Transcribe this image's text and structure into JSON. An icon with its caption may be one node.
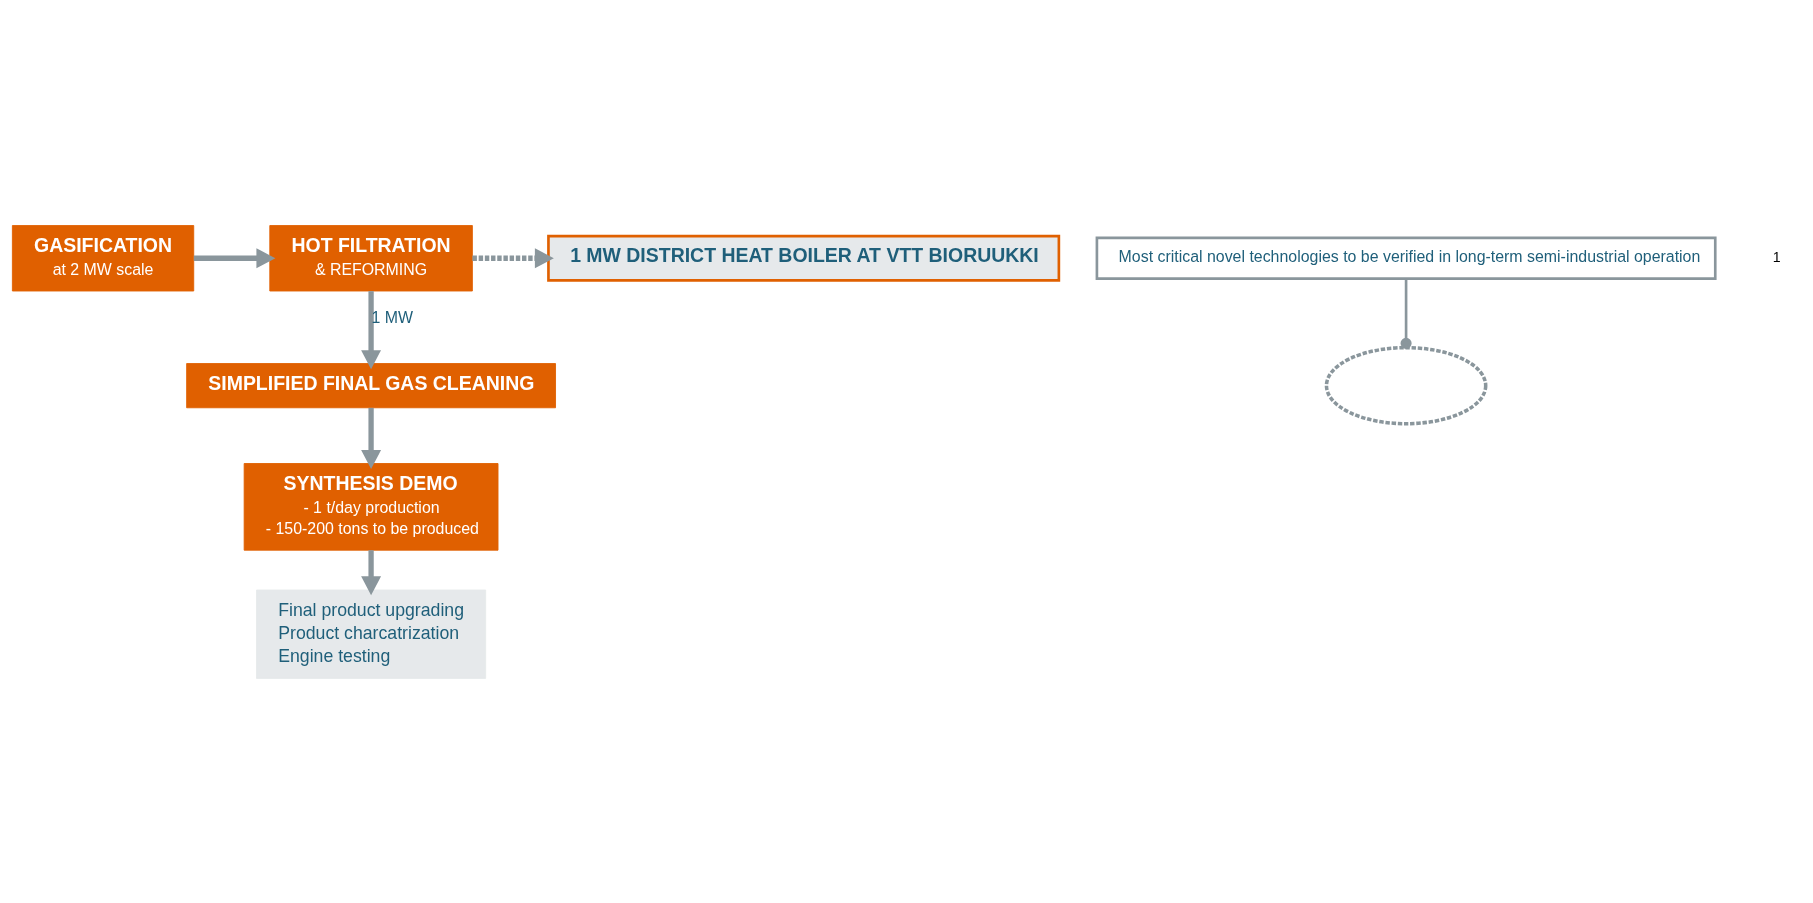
{
  "diagram": {
    "nodes": [
      {
        "text": [
          "GASIFICATION",
          "at 2 MW scale"
        ]
      },
      {
        "text": [
          "HOT FILTRATION",
          "& REFORMING"
        ]
      },
      {
        "text": [
          "1 MW DISTRICT HEAT BOILER AT VTT BIORUUKKI"
        ]
      },
      {
        "text": [
          "SIMPLIFIED FINAL GAS CLEANING"
        ]
      },
      {
        "text": [
          "SYNTHESIS DEMO",
          "- 1 t/day production",
          "- 150-200 tons to be produced"
        ]
      },
      {
        "text": [
          "Final product upgrading",
          "Product charcatrization",
          "Engine testing"
        ]
      },
      {
        "text": [],
        "shape": "ellipse"
      },
      {
        "text": [
          "Most critical novel technologies to be verified in long-term semi-industrial operation"
        ]
      }
    ],
    "edges": [
      {
        "from": 0,
        "to": 1,
        "arrow": "to"
      },
      {
        "from": 1,
        "to": 2,
        "arrow": "to",
        "style": "dashed"
      },
      {
        "from": 1,
        "to": 3,
        "arrow": "to",
        "label": "1 MW"
      },
      {
        "from": 3,
        "to": 4,
        "arrow": "to"
      },
      {
        "from": 4,
        "to": 5,
        "arrow": "to"
      },
      {
        "from": 7,
        "to": 6,
        "arrow": "other"
      }
    ],
    "labels": [
      "1"
    ]
  }
}
